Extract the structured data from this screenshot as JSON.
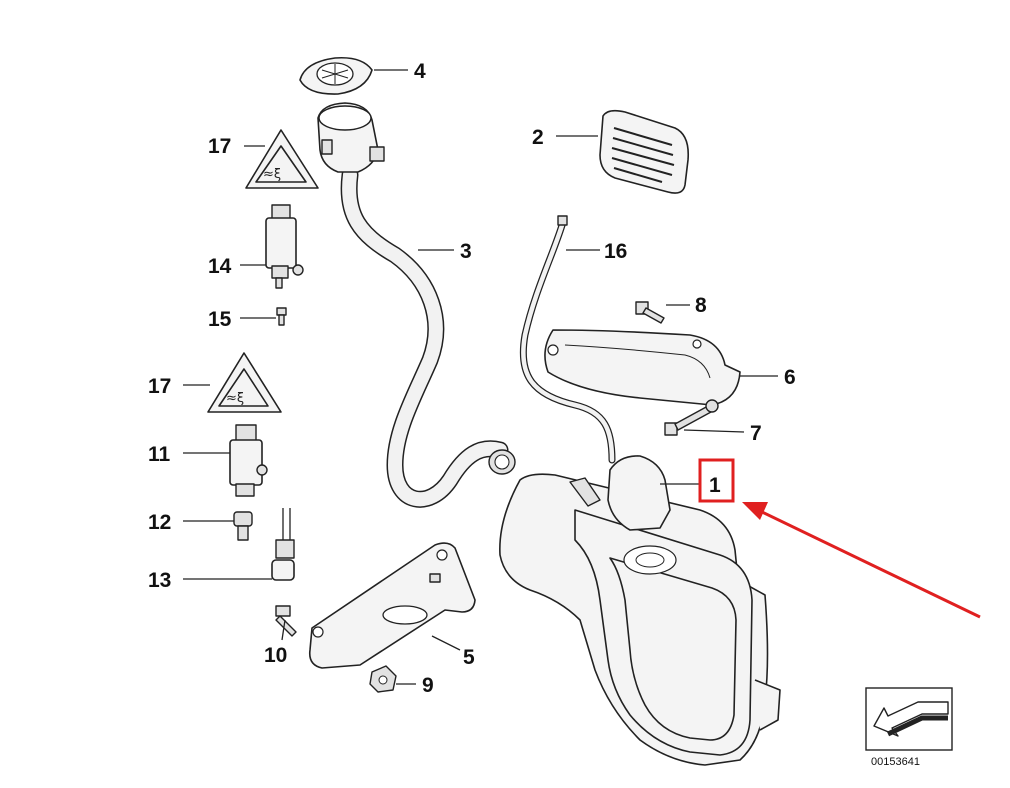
{
  "diagram": {
    "parts": [
      {
        "id": "part-1",
        "number": "1",
        "highlighted": true
      },
      {
        "id": "part-2",
        "number": "2"
      },
      {
        "id": "part-3",
        "number": "3"
      },
      {
        "id": "part-4",
        "number": "4"
      },
      {
        "id": "part-5",
        "number": "5"
      },
      {
        "id": "part-6",
        "number": "6"
      },
      {
        "id": "part-7",
        "number": "7"
      },
      {
        "id": "part-8",
        "number": "8"
      },
      {
        "id": "part-9",
        "number": "9"
      },
      {
        "id": "part-10",
        "number": "10"
      },
      {
        "id": "part-11",
        "number": "11"
      },
      {
        "id": "part-12",
        "number": "12"
      },
      {
        "id": "part-13",
        "number": "13"
      },
      {
        "id": "part-14",
        "number": "14"
      },
      {
        "id": "part-15",
        "number": "15"
      },
      {
        "id": "part-16",
        "number": "16"
      },
      {
        "id": "part-17a",
        "number": "17"
      },
      {
        "id": "part-17b",
        "number": "17"
      }
    ],
    "reference_number": "00153641",
    "colors": {
      "highlight": "#e02020",
      "line": "#222222",
      "fill": "#f4f4f4"
    }
  }
}
